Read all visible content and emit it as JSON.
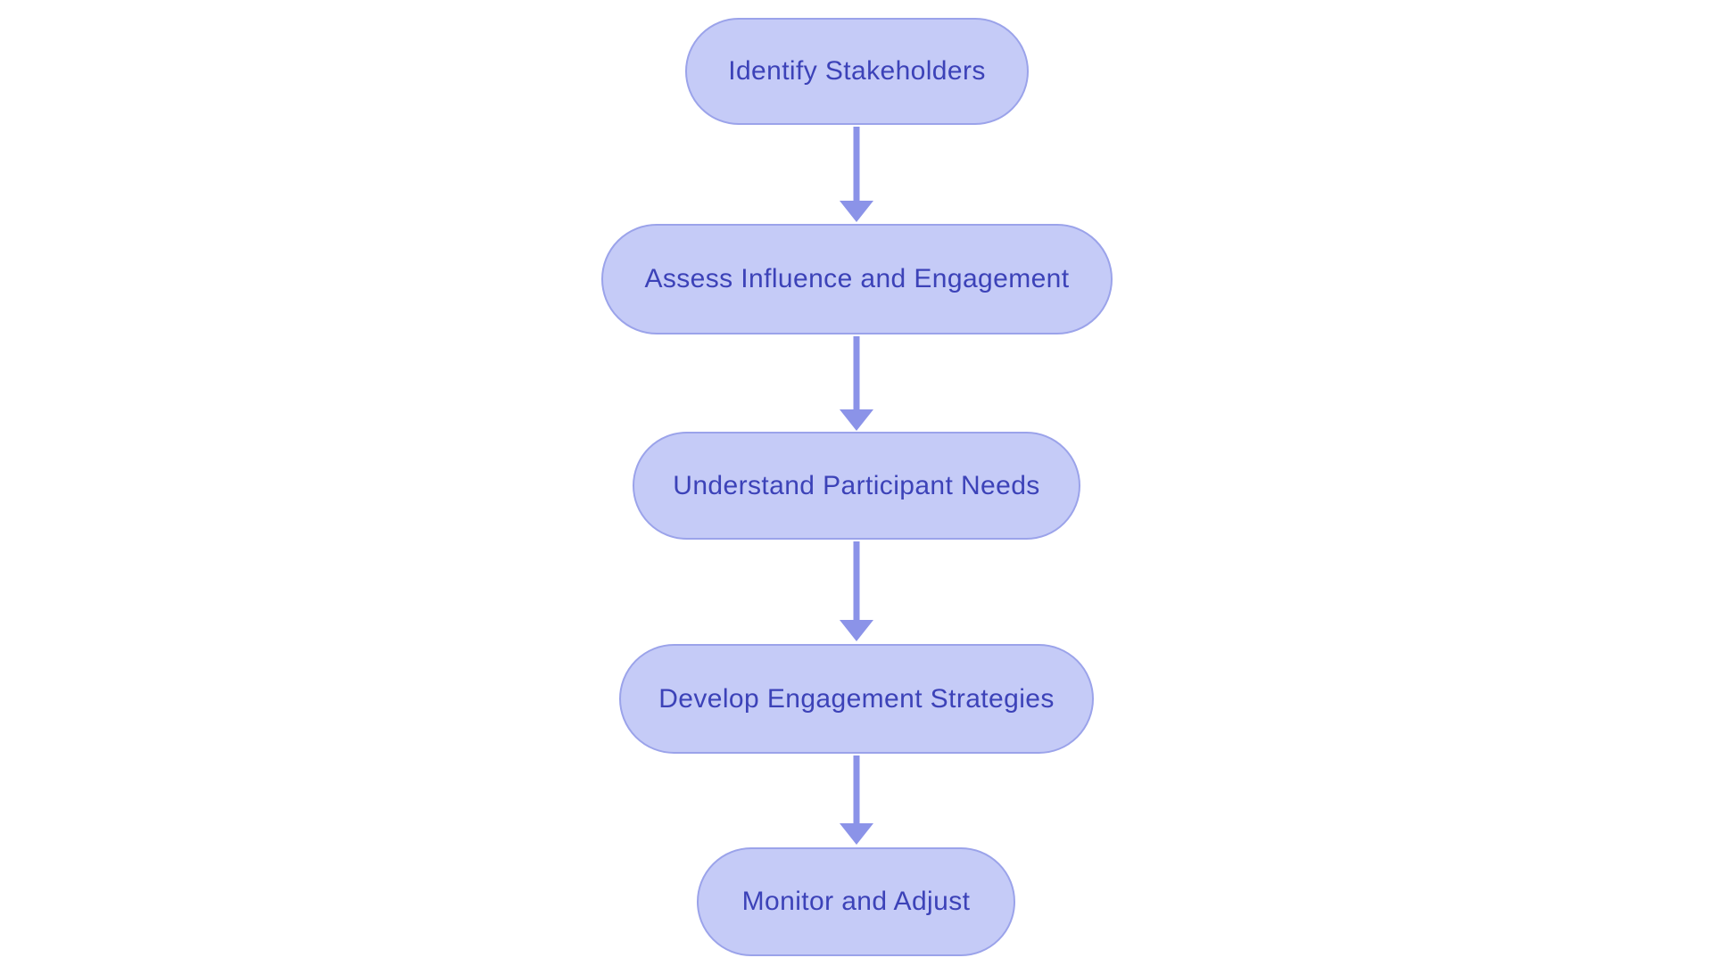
{
  "diagram": {
    "type": "flowchart",
    "direction": "top-down",
    "background": "#ffffff",
    "colors": {
      "node_fill": "#c5cbf7",
      "node_border": "#9ba3ea",
      "node_text": "#3c42b8",
      "arrow": "#8b93e8"
    },
    "nodes": [
      {
        "id": "n1",
        "label": "Identify Stakeholders"
      },
      {
        "id": "n2",
        "label": "Assess Influence and Engagement"
      },
      {
        "id": "n3",
        "label": "Understand Participant Needs"
      },
      {
        "id": "n4",
        "label": "Develop Engagement Strategies"
      },
      {
        "id": "n5",
        "label": "Monitor and Adjust"
      }
    ],
    "edges": [
      {
        "from": "n1",
        "to": "n2"
      },
      {
        "from": "n2",
        "to": "n3"
      },
      {
        "from": "n3",
        "to": "n4"
      },
      {
        "from": "n4",
        "to": "n5"
      }
    ]
  }
}
